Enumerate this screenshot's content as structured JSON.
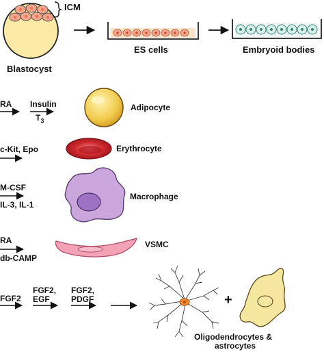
{
  "top": {
    "icm_label": "ICM",
    "blastocyst_label": "Blastocyst",
    "es_cells_label": "ES cells",
    "embryoid_label": "Embryoid bodies"
  },
  "rows": [
    {
      "id": "adipocyte",
      "factor_lines": [
        "RA",
        "Insulin",
        "T3"
      ],
      "cell_label": "Adipocyte",
      "color": "#f2cc4d"
    },
    {
      "id": "erythrocyte",
      "factor_lines": [
        "c-Kit, Epo"
      ],
      "cell_label": "Erythrocyte",
      "color": "#cf2a2f"
    },
    {
      "id": "macrophage",
      "factor_lines": [
        "M-CSF",
        "IL-3, IL-1"
      ],
      "cell_label": "Macrophage",
      "color": "#c9a6dc"
    },
    {
      "id": "vsmc",
      "factor_lines": [
        "RA",
        "db-CAMP"
      ],
      "cell_label": "VSMC",
      "color": "#f4a3b6"
    },
    {
      "id": "neural",
      "factor_lines": [
        "FGF2",
        "FGF2, EGF",
        "FGF2, PDGF"
      ],
      "cell_label": "Oligodendrocytes & astrocytes",
      "color": "#f5e7a0"
    }
  ],
  "neural": {
    "step1": "FGF2",
    "step2_line1": "FGF2,",
    "step2_line2": "EGF",
    "step3_line1": "FGF2,",
    "step3_line2": "PDGF",
    "plus": "+",
    "label_line1": "Oligodendrocytes &",
    "label_line2": "astrocytes"
  },
  "adipocyte_factors": {
    "ra": "RA",
    "insulin": "Insulin",
    "t3": "T",
    "t3_sub": "3"
  },
  "colors": {
    "cell_fill": "#f4a58a",
    "cell_nucleus": "#e8705c",
    "blastocyst_fill": "#fbe9a6",
    "dish_stroke": "#222222",
    "body_fill": "#d7f0e8",
    "adipocyte": "#f2cc4d",
    "erythrocyte": "#cf2a2f",
    "macrophage": "#c9a6dc",
    "macrophage_nucleus": "#9d72c4",
    "vsmc": "#f4a3b6",
    "astrocyte": "#f5e7a0"
  }
}
